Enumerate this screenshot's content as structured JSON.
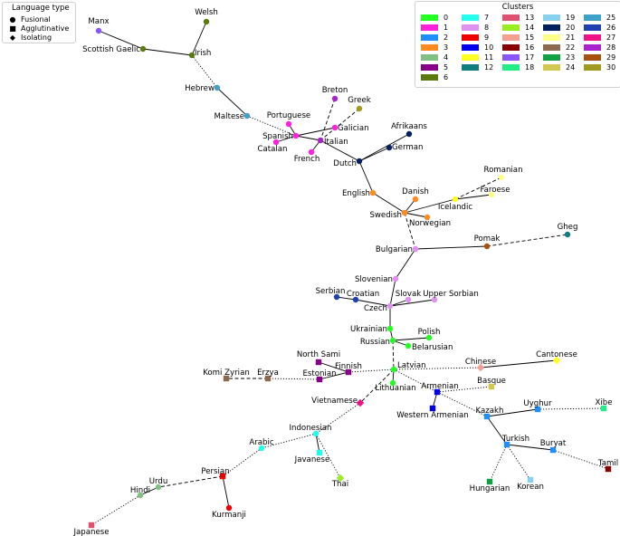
{
  "type_legend": {
    "title": "Language type",
    "items": [
      {
        "label": "Fusional",
        "marker": "circle"
      },
      {
        "label": "Agglutinative",
        "marker": "square"
      },
      {
        "label": "Isolating",
        "marker": "diamond"
      }
    ]
  },
  "cluster_legend": {
    "title": "Clusters",
    "items": [
      {
        "label": "0",
        "color": "#22ff22"
      },
      {
        "label": "1",
        "color": "#ff22dd"
      },
      {
        "label": "2",
        "color": "#1f8fff"
      },
      {
        "label": "3",
        "color": "#ff8a1f"
      },
      {
        "label": "4",
        "color": "#80c080"
      },
      {
        "label": "5",
        "color": "#880088"
      },
      {
        "label": "6",
        "color": "#5a7a10"
      },
      {
        "label": "7",
        "color": "#22ffee"
      },
      {
        "label": "8",
        "color": "#e090ef"
      },
      {
        "label": "9",
        "color": "#ee0000"
      },
      {
        "label": "10",
        "color": "#0000ee"
      },
      {
        "label": "11",
        "color": "#ffff22"
      },
      {
        "label": "12",
        "color": "#107d80"
      },
      {
        "label": "13",
        "color": "#e05070"
      },
      {
        "label": "14",
        "color": "#99ee22"
      },
      {
        "label": "15",
        "color": "#f4a090"
      },
      {
        "label": "16",
        "color": "#880000"
      },
      {
        "label": "17",
        "color": "#8855ff"
      },
      {
        "label": "18",
        "color": "#22ee88"
      },
      {
        "label": "19",
        "color": "#88d0f0"
      },
      {
        "label": "20",
        "color": "#002060"
      },
      {
        "label": "21",
        "color": "#ffff88"
      },
      {
        "label": "22",
        "color": "#8b6a50"
      },
      {
        "label": "23",
        "color": "#11a044"
      },
      {
        "label": "24",
        "color": "#d0c850"
      },
      {
        "label": "25",
        "color": "#3fa0c8"
      },
      {
        "label": "26",
        "color": "#1f40b0"
      },
      {
        "label": "27",
        "color": "#ee1188"
      },
      {
        "label": "28",
        "color": "#aa22cc"
      },
      {
        "label": "29",
        "color": "#a85010"
      },
      {
        "label": "30",
        "color": "#a09a20"
      }
    ]
  },
  "nodes": [
    {
      "id": "Manx",
      "type": "circle",
      "cluster": "17"
    },
    {
      "id": "Welsh",
      "type": "circle",
      "cluster": "6"
    },
    {
      "id": "Scottish Gaelic",
      "type": "circle",
      "cluster": "6"
    },
    {
      "id": "Irish",
      "type": "circle",
      "cluster": "6"
    },
    {
      "id": "Hebrew",
      "type": "circle",
      "cluster": "25"
    },
    {
      "id": "Maltese",
      "type": "circle",
      "cluster": "25"
    },
    {
      "id": "Breton",
      "type": "circle",
      "cluster": "28"
    },
    {
      "id": "Greek",
      "type": "circle",
      "cluster": "30"
    },
    {
      "id": "Portuguese",
      "type": "circle",
      "cluster": "1"
    },
    {
      "id": "Galician",
      "type": "circle",
      "cluster": "1"
    },
    {
      "id": "Spanish",
      "type": "circle",
      "cluster": "1"
    },
    {
      "id": "Italian",
      "type": "circle",
      "cluster": "28"
    },
    {
      "id": "Catalan",
      "type": "circle",
      "cluster": "1"
    },
    {
      "id": "French",
      "type": "circle",
      "cluster": "1"
    },
    {
      "id": "Afrikaans",
      "type": "circle",
      "cluster": "20"
    },
    {
      "id": "German",
      "type": "circle",
      "cluster": "20"
    },
    {
      "id": "Dutch",
      "type": "circle",
      "cluster": "20"
    },
    {
      "id": "Romanian",
      "type": "circle",
      "cluster": "21"
    },
    {
      "id": "Danish",
      "type": "circle",
      "cluster": "3"
    },
    {
      "id": "Faroese",
      "type": "circle",
      "cluster": "21"
    },
    {
      "id": "English",
      "type": "circle",
      "cluster": "3"
    },
    {
      "id": "Icelandic",
      "type": "circle",
      "cluster": "11"
    },
    {
      "id": "Swedish",
      "type": "circle",
      "cluster": "3"
    },
    {
      "id": "Norwegian",
      "type": "circle",
      "cluster": "3"
    },
    {
      "id": "Gheg",
      "type": "circle",
      "cluster": "12"
    },
    {
      "id": "Pomak",
      "type": "circle",
      "cluster": "29"
    },
    {
      "id": "Bulgarian",
      "type": "circle",
      "cluster": "8"
    },
    {
      "id": "Slovenian",
      "type": "circle",
      "cluster": "8"
    },
    {
      "id": "Serbian",
      "type": "circle",
      "cluster": "26"
    },
    {
      "id": "Croatian",
      "type": "circle",
      "cluster": "26"
    },
    {
      "id": "Slovak",
      "type": "circle",
      "cluster": "8"
    },
    {
      "id": "Upper Sorbian",
      "type": "circle",
      "cluster": "8"
    },
    {
      "id": "Czech",
      "type": "circle",
      "cluster": "8"
    },
    {
      "id": "Ukrainian",
      "type": "circle",
      "cluster": "0"
    },
    {
      "id": "Polish",
      "type": "circle",
      "cluster": "0"
    },
    {
      "id": "Russian",
      "type": "circle",
      "cluster": "0"
    },
    {
      "id": "Belarusian",
      "type": "circle",
      "cluster": "0"
    },
    {
      "id": "North Sami",
      "type": "square",
      "cluster": "5"
    },
    {
      "id": "Finnish",
      "type": "square",
      "cluster": "5"
    },
    {
      "id": "Komi Zyrian",
      "type": "square",
      "cluster": "22"
    },
    {
      "id": "Erzya",
      "type": "square",
      "cluster": "22"
    },
    {
      "id": "Estonian",
      "type": "square",
      "cluster": "5"
    },
    {
      "id": "Latvian",
      "type": "circle",
      "cluster": "0"
    },
    {
      "id": "Lithuanian",
      "type": "circle",
      "cluster": "0"
    },
    {
      "id": "Chinese",
      "type": "diamond",
      "cluster": "15"
    },
    {
      "id": "Cantonese",
      "type": "diamond",
      "cluster": "11"
    },
    {
      "id": "Basque",
      "type": "square",
      "cluster": "24"
    },
    {
      "id": "Armenian",
      "type": "square",
      "cluster": "10"
    },
    {
      "id": "Western Armenian",
      "type": "square",
      "cluster": "10"
    },
    {
      "id": "Vietnamese",
      "type": "diamond",
      "cluster": "27"
    },
    {
      "id": "Uyghur",
      "type": "square",
      "cluster": "2"
    },
    {
      "id": "Xibe",
      "type": "square",
      "cluster": "18"
    },
    {
      "id": "Kazakh",
      "type": "square",
      "cluster": "2"
    },
    {
      "id": "Indonesian",
      "type": "circle",
      "cluster": "7"
    },
    {
      "id": "Arabic",
      "type": "circle",
      "cluster": "7"
    },
    {
      "id": "Javanese",
      "type": "square",
      "cluster": "7"
    },
    {
      "id": "Turkish",
      "type": "square",
      "cluster": "2"
    },
    {
      "id": "Buryat",
      "type": "square",
      "cluster": "2"
    },
    {
      "id": "Tamil",
      "type": "square",
      "cluster": "16"
    },
    {
      "id": "Persian",
      "type": "square",
      "cluster": "9"
    },
    {
      "id": "Urdu",
      "type": "circle",
      "cluster": "4"
    },
    {
      "id": "Hindi",
      "type": "circle",
      "cluster": "4"
    },
    {
      "id": "Thai",
      "type": "diamond",
      "cluster": "14"
    },
    {
      "id": "Hungarian",
      "type": "square",
      "cluster": "23"
    },
    {
      "id": "Korean",
      "type": "square",
      "cluster": "19"
    },
    {
      "id": "Kurmanji",
      "type": "circle",
      "cluster": "9"
    },
    {
      "id": "Japanese",
      "type": "square",
      "cluster": "13"
    }
  ],
  "edges": [
    {
      "source": "Manx",
      "target": "Scottish Gaelic",
      "style": "solid"
    },
    {
      "source": "Scottish Gaelic",
      "target": "Irish",
      "style": "solid"
    },
    {
      "source": "Welsh",
      "target": "Irish",
      "style": "solid"
    },
    {
      "source": "Irish",
      "target": "Hebrew",
      "style": "dotted"
    },
    {
      "source": "Hebrew",
      "target": "Maltese",
      "style": "solid"
    },
    {
      "source": "Maltese",
      "target": "Spanish",
      "style": "dotted"
    },
    {
      "source": "Portuguese",
      "target": "Spanish",
      "style": "solid"
    },
    {
      "source": "Galician",
      "target": "Spanish",
      "style": "solid"
    },
    {
      "source": "Catalan",
      "target": "Spanish",
      "style": "solid"
    },
    {
      "source": "Spanish",
      "target": "Italian",
      "style": "solid"
    },
    {
      "source": "Breton",
      "target": "Italian",
      "style": "dashed"
    },
    {
      "source": "Greek",
      "target": "Italian",
      "style": "dashed"
    },
    {
      "source": "French",
      "target": "Italian",
      "style": "solid"
    },
    {
      "source": "Italian",
      "target": "Dutch",
      "style": "solid"
    },
    {
      "source": "Afrikaans",
      "target": "Dutch",
      "style": "solid"
    },
    {
      "source": "German",
      "target": "Dutch",
      "style": "solid"
    },
    {
      "source": "Dutch",
      "target": "English",
      "style": "solid"
    },
    {
      "source": "English",
      "target": "Swedish",
      "style": "solid"
    },
    {
      "source": "Danish",
      "target": "Swedish",
      "style": "solid"
    },
    {
      "source": "Norwegian",
      "target": "Swedish",
      "style": "solid"
    },
    {
      "source": "Swedish",
      "target": "Icelandic",
      "style": "solid"
    },
    {
      "source": "Icelandic",
      "target": "Faroese",
      "style": "solid"
    },
    {
      "source": "Icelandic",
      "target": "Romanian",
      "style": "dashed"
    },
    {
      "source": "Swedish",
      "target": "Bulgarian",
      "style": "dashed"
    },
    {
      "source": "Bulgarian",
      "target": "Pomak",
      "style": "solid"
    },
    {
      "source": "Pomak",
      "target": "Gheg",
      "style": "dashed"
    },
    {
      "source": "Bulgarian",
      "target": "Slovenian",
      "style": "solid"
    },
    {
      "source": "Slovenian",
      "target": "Czech",
      "style": "solid"
    },
    {
      "source": "Serbian",
      "target": "Croatian",
      "style": "solid"
    },
    {
      "source": "Croatian",
      "target": "Czech",
      "style": "solid"
    },
    {
      "source": "Slovak",
      "target": "Czech",
      "style": "solid"
    },
    {
      "source": "Upper Sorbian",
      "target": "Czech",
      "style": "solid"
    },
    {
      "source": "Czech",
      "target": "Ukrainian",
      "style": "solid"
    },
    {
      "source": "Ukrainian",
      "target": "Russian",
      "style": "solid"
    },
    {
      "source": "Polish",
      "target": "Russian",
      "style": "solid"
    },
    {
      "source": "Belarusian",
      "target": "Russian",
      "style": "solid"
    },
    {
      "source": "Russian",
      "target": "Latvian",
      "style": "dashed"
    },
    {
      "source": "Latvian",
      "target": "Lithuanian",
      "style": "solid"
    },
    {
      "source": "Latvian",
      "target": "Finnish",
      "style": "dotted"
    },
    {
      "source": "North Sami",
      "target": "Finnish",
      "style": "solid"
    },
    {
      "source": "Finnish",
      "target": "Estonian",
      "style": "solid"
    },
    {
      "source": "Estonian",
      "target": "Erzya",
      "style": "dotted"
    },
    {
      "source": "Erzya",
      "target": "Komi Zyrian",
      "style": "dashed"
    },
    {
      "source": "Latvian",
      "target": "Chinese",
      "style": "dotted"
    },
    {
      "source": "Chinese",
      "target": "Cantonese",
      "style": "solid"
    },
    {
      "source": "Latvian",
      "target": "Armenian",
      "style": "dotted"
    },
    {
      "source": "Armenian",
      "target": "Western Armenian",
      "style": "solid"
    },
    {
      "source": "Armenian",
      "target": "Basque",
      "style": "dotted"
    },
    {
      "source": "Armenian",
      "target": "Kazakh",
      "style": "dotted"
    },
    {
      "source": "Kazakh",
      "target": "Uyghur",
      "style": "solid"
    },
    {
      "source": "Uyghur",
      "target": "Xibe",
      "style": "dotted"
    },
    {
      "source": "Kazakh",
      "target": "Turkish",
      "style": "solid"
    },
    {
      "source": "Turkish",
      "target": "Buryat",
      "style": "solid"
    },
    {
      "source": "Buryat",
      "target": "Tamil",
      "style": "dotted"
    },
    {
      "source": "Turkish",
      "target": "Hungarian",
      "style": "dotted"
    },
    {
      "source": "Turkish",
      "target": "Korean",
      "style": "dotted"
    },
    {
      "source": "Latvian",
      "target": "Vietnamese",
      "style": "dashed"
    },
    {
      "source": "Vietnamese",
      "target": "Indonesian",
      "style": "dotted"
    },
    {
      "source": "Indonesian",
      "target": "Arabic",
      "style": "dotted"
    },
    {
      "source": "Indonesian",
      "target": "Javanese",
      "style": "solid"
    },
    {
      "source": "Indonesian",
      "target": "Thai",
      "style": "dotted"
    },
    {
      "source": "Arabic",
      "target": "Persian",
      "style": "dotted"
    },
    {
      "source": "Persian",
      "target": "Kurmanji",
      "style": "solid"
    },
    {
      "source": "Persian",
      "target": "Urdu",
      "style": "dashed"
    },
    {
      "source": "Urdu",
      "target": "Hindi",
      "style": "solid"
    },
    {
      "source": "Hindi",
      "target": "Japanese",
      "style": "dotted"
    }
  ]
}
